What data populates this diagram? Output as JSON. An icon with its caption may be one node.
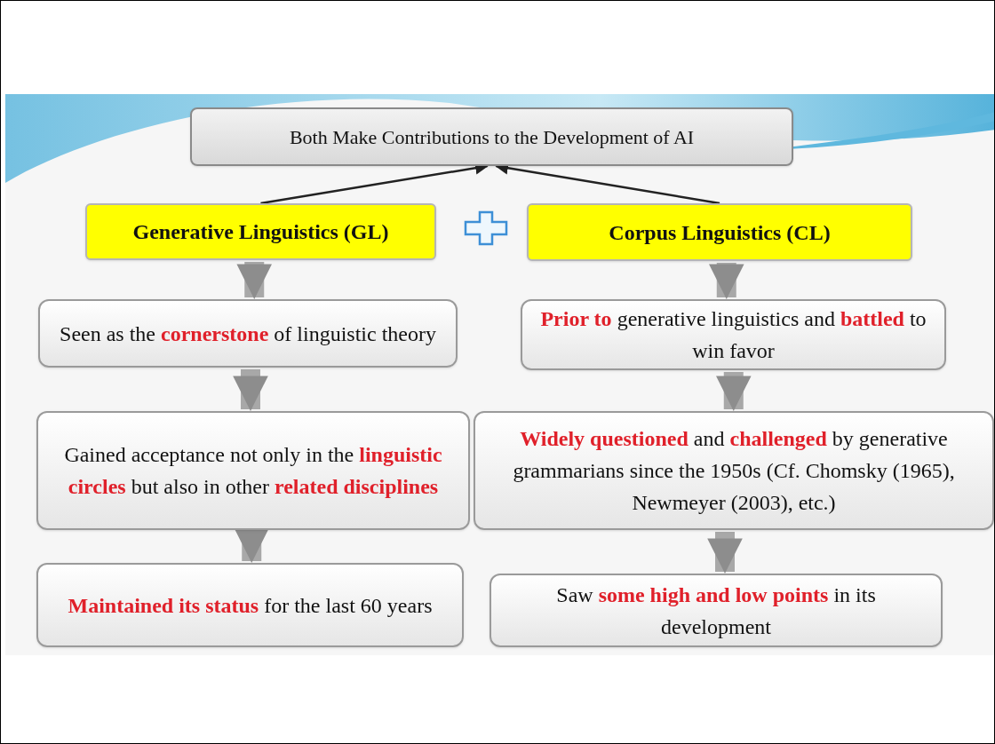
{
  "diagram": {
    "nodes": [
      {
        "text": [
          "Both Make Contributions to the Development of AI"
        ]
      },
      {
        "text": [
          "Generative Linguistics (GL)"
        ]
      },
      {
        "text": [
          "Corpus Linguistics (CL)"
        ]
      },
      {
        "text": [
          "Seen as the **cornerstone** of linguistic theory"
        ]
      },
      {
        "text": [
          "**Prior to** generative linguistics and **battled** to win favor"
        ]
      },
      {
        "text": [
          "Gained acceptance not only in the **linguistic circles** but also in other **related disciplines**"
        ]
      },
      {
        "text": [
          "**Widely questioned** and **challenged** by generative grammarians since the 1950s (Cf. Chomsky (1965), Newmeyer (2003), etc.)"
        ]
      },
      {
        "text": [
          "**Maintained its status** for the last 60 years"
        ]
      },
      {
        "text": [
          "Saw **some high and low points** in its development"
        ]
      }
    ],
    "edges": [
      {
        "from": 1,
        "to": 0,
        "arrow": "to",
        "color": "#222222"
      },
      {
        "from": 2,
        "to": 0,
        "arrow": "to",
        "color": "#222222"
      },
      {
        "from": 1,
        "to": 3,
        "arrow": "to"
      },
      {
        "from": 3,
        "to": 5,
        "arrow": "to"
      },
      {
        "from": 5,
        "to": 7,
        "arrow": "to"
      },
      {
        "from": 2,
        "to": 4,
        "arrow": "to"
      },
      {
        "from": 4,
        "to": 6,
        "arrow": "to"
      },
      {
        "from": 6,
        "to": 8,
        "arrow": "to"
      }
    ]
  }
}
